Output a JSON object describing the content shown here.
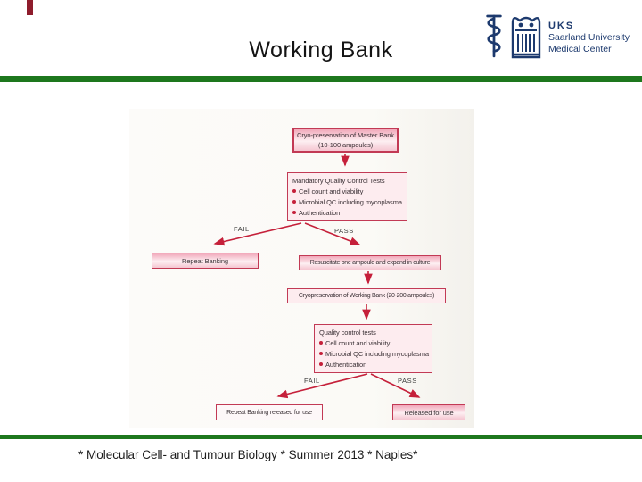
{
  "slide": {
    "title": "Working Bank",
    "footer": "* Molecular Cell- and Tumour Biology * Summer 2013 * Naples*"
  },
  "logo": {
    "org": "UKS",
    "line1": "Saarland University",
    "line2": "Medical Center"
  },
  "colors": {
    "divider_green": "#1d771d",
    "corner_bar_red": "#8e1c2c",
    "flow_border": "#c23a55",
    "flow_arrow": "#c5203a",
    "flow_fill_pale": "#fdecef",
    "flow_fill_pink": "#f1a8ba",
    "logo_navy": "#1d3a6e"
  },
  "flowchart": {
    "nodes": {
      "master": {
        "line1": "Cryo-preservation of Master Bank",
        "line2": "(10-100 ampoules)"
      },
      "qc1": {
        "title": "Mandatory Quality Control Tests",
        "bullets": [
          "Cell count and viability",
          "Microbial QC including mycoplasma",
          "Authentication"
        ]
      },
      "repeat1": {
        "label": "Repeat Banking"
      },
      "resuscitate": {
        "label": "Resuscitate one ampoule and expand in culture"
      },
      "working": {
        "label": "Cryopreservation of Working Bank (20-200 ampoules)"
      },
      "qc2": {
        "title": "Quality control tests",
        "bullets": [
          "Cell count and viability",
          "Microbial QC including mycoplasma",
          "Authentication"
        ]
      },
      "repeat2": {
        "label": "Repeat Banking released for use"
      },
      "released": {
        "label": "Released for use"
      }
    },
    "edges": {
      "fail1": "FAIL",
      "pass1": "PASS",
      "fail2": "FAIL",
      "pass2": "PASS"
    }
  }
}
